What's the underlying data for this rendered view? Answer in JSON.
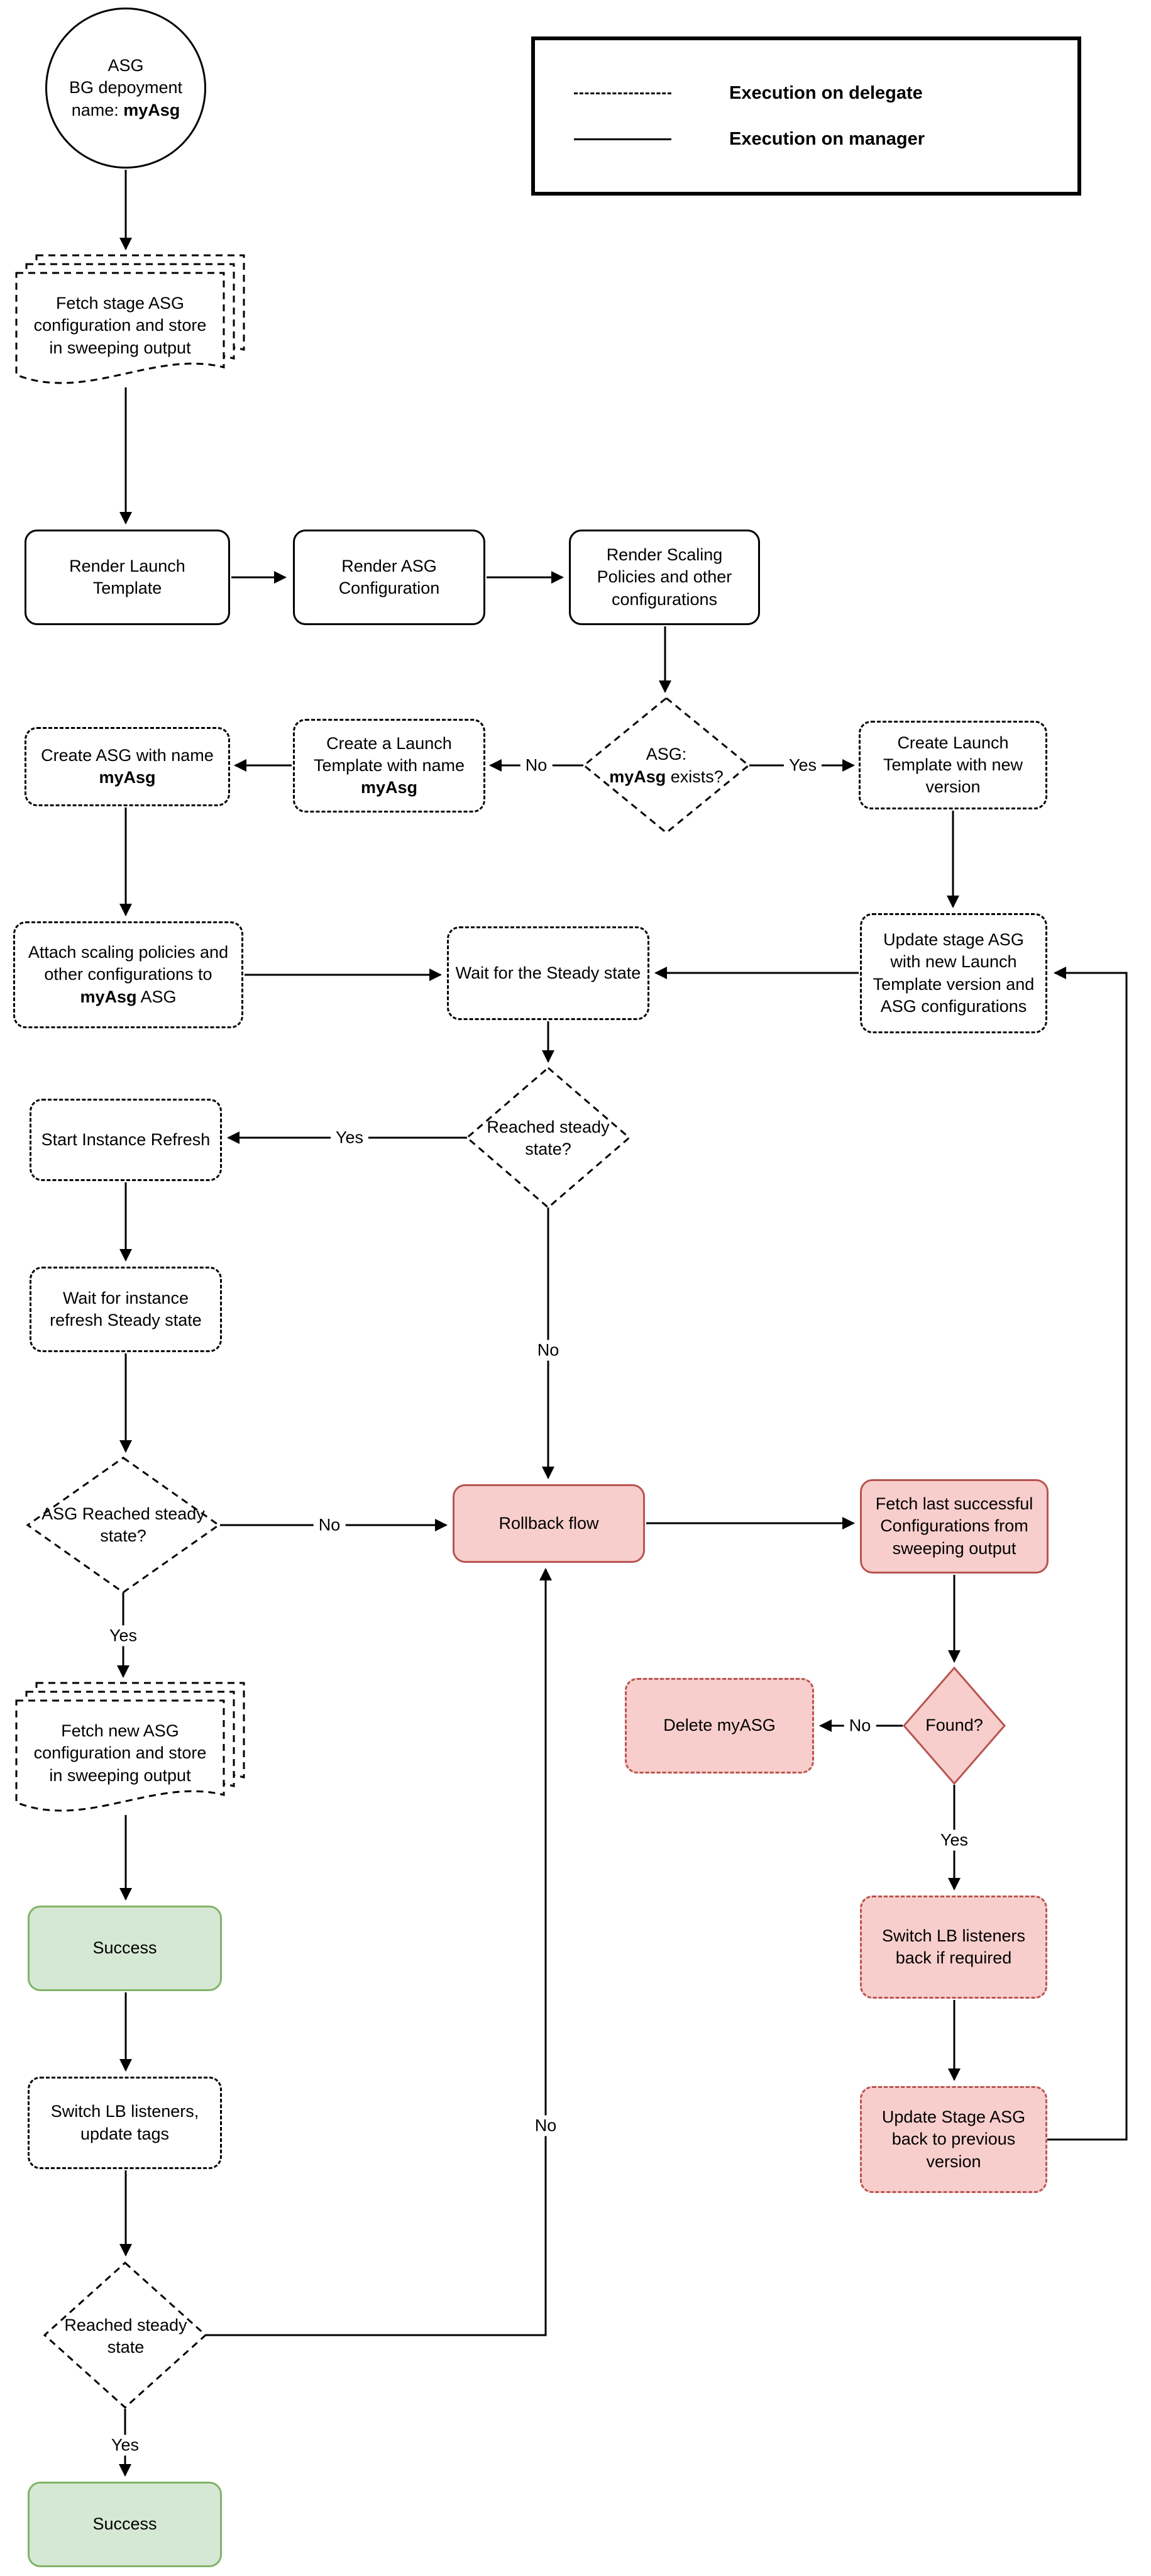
{
  "legend": {
    "items": [
      {
        "style": "dashed",
        "label": "Execution on delegate"
      },
      {
        "style": "solid",
        "label": "Execution on manager"
      }
    ]
  },
  "nodes": {
    "start": {
      "line1": "ASG",
      "line2": "BG depoyment",
      "line3_prefix": "name: ",
      "line3_bold": "myAsg"
    },
    "fetch_stage": {
      "text": "Fetch stage ASG configuration and store in sweeping output"
    },
    "render_launch": {
      "text": "Render Launch Template"
    },
    "render_asg": {
      "text": "Render ASG Configuration"
    },
    "render_scaling": {
      "text": "Render Scaling Policies and other configurations"
    },
    "asg_exists": {
      "line1": "ASG:",
      "bold": "myAsg",
      "rest": " exists?"
    },
    "create_lt_new": {
      "text": "Create Launch Template with new version"
    },
    "create_lt_named": {
      "prefix": "Create a Launch Template with name ",
      "bold": "myAsg"
    },
    "create_asg": {
      "prefix": "Create ASG with name ",
      "bold": "myAsg"
    },
    "attach_scaling": {
      "prefix": "Attach scaling policies and other configurations to ",
      "bold": "myAsg",
      "suffix": " ASG"
    },
    "wait_steady": {
      "text": "Wait for the Steady state"
    },
    "update_stage": {
      "text": "Update stage ASG with new Launch Template version and ASG configurations"
    },
    "reached_steady_1": {
      "text": "Reached steady state?"
    },
    "start_instance_refresh": {
      "text": "Start Instance Refresh"
    },
    "wait_instance_refresh": {
      "text": "Wait for instance refresh Steady state"
    },
    "asg_reached": {
      "text": "ASG Reached steady state?"
    },
    "rollback": {
      "text": "Rollback flow"
    },
    "fetch_last": {
      "text": "Fetch last successful Configurations from sweeping output"
    },
    "found": {
      "text": "Found?"
    },
    "delete_myasg": {
      "text": "Delete myASG"
    },
    "switch_lb_back": {
      "text": "Switch LB listeners back if required"
    },
    "update_stage_back": {
      "text": "Update Stage ASG back to previous version"
    },
    "fetch_new": {
      "text": "Fetch new ASG configuration and store in sweeping output"
    },
    "success_1": {
      "text": "Success"
    },
    "switch_lb_tags": {
      "text": "Switch LB listeners, update tags"
    },
    "reached_steady_2": {
      "text": "Reached steady state"
    },
    "success_2": {
      "text": "Success"
    }
  },
  "edge_labels": {
    "no_asg_exists": "No",
    "yes_asg_exists": "Yes",
    "yes_reached_steady": "Yes",
    "no_reached_steady": "No",
    "no_asg_reached": "No",
    "yes_asg_reached": "Yes",
    "no_found": "No",
    "yes_found": "Yes",
    "yes_reached_steady_2": "Yes",
    "no_reached_steady_2": "No"
  },
  "colors": {
    "pink_fill": "#f8cecc",
    "pink_border": "#b85450",
    "green_fill": "#d5e8d4",
    "green_border": "#82b366",
    "line": "#000000"
  }
}
